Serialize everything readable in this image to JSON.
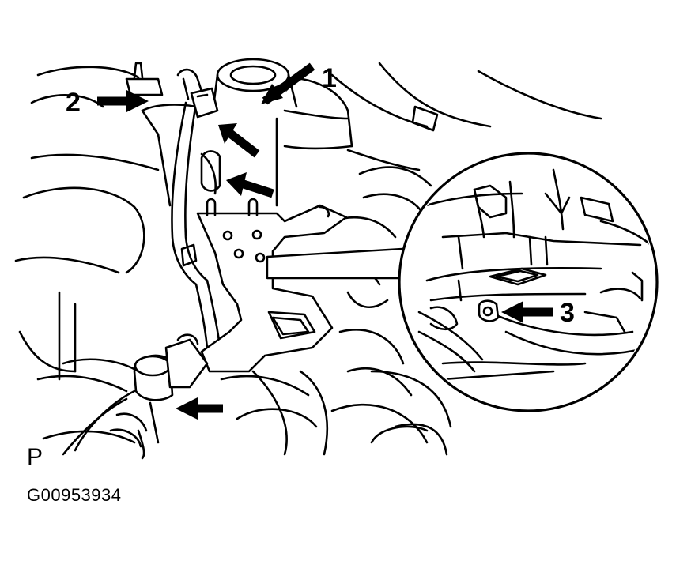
{
  "callouts": {
    "one": "1",
    "two": "2",
    "three": "3"
  },
  "corner_letter": "P",
  "figure_id": "G00953934"
}
